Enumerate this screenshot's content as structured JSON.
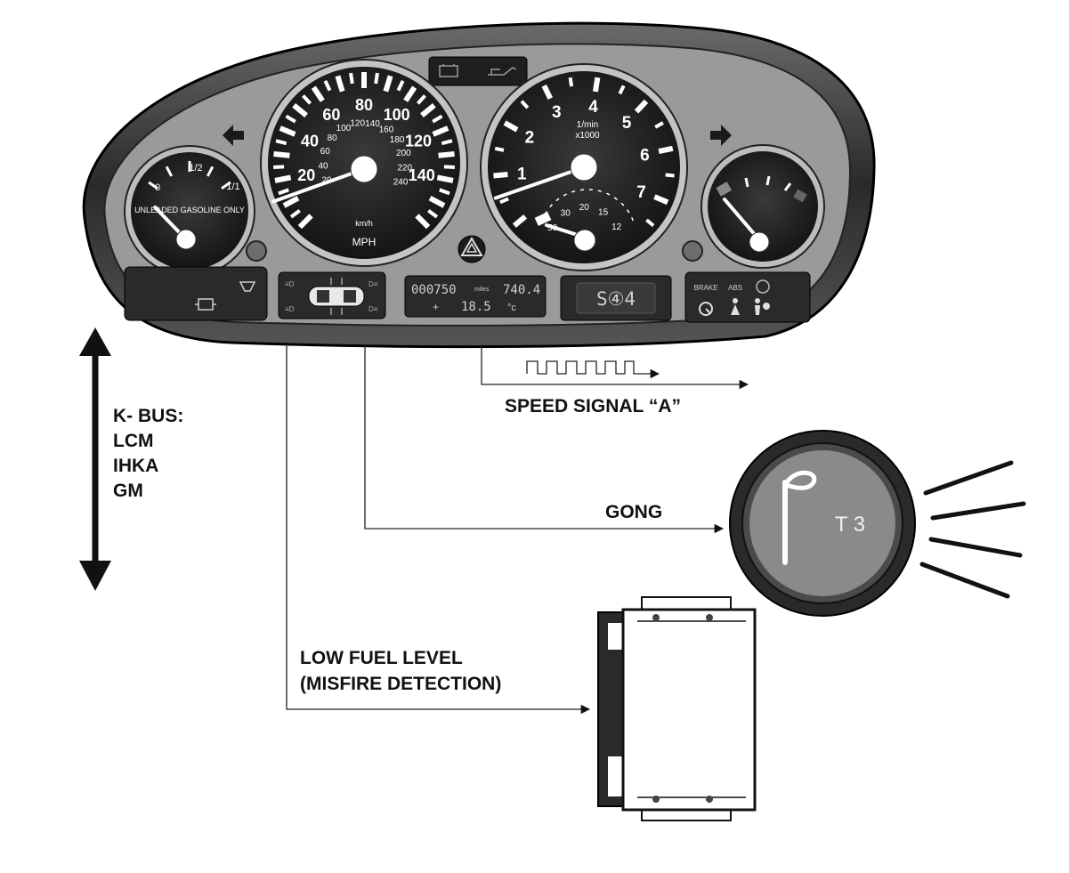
{
  "cluster": {
    "fuel_gauge": {
      "ticks": [
        "0",
        "1/2",
        "1/1"
      ],
      "caption": "UNLEADED GASOLINE ONLY",
      "level": 0.1
    },
    "speedometer": {
      "mph_labels": [
        "20",
        "40",
        "60",
        "80",
        "100",
        "120",
        "140"
      ],
      "kmh_labels": [
        "20",
        "40",
        "60",
        "80",
        "100",
        "120",
        "140",
        "160",
        "180",
        "200",
        "220",
        "240"
      ],
      "unit_kmh": "km/h",
      "unit_mph": "MPH",
      "reading_mph": 15
    },
    "tachometer": {
      "labels": [
        "1",
        "2",
        "3",
        "4",
        "5",
        "6",
        "7"
      ],
      "unit_line1": "1/min",
      "unit_line2": "x1000",
      "economy_labels": [
        "50",
        "30",
        "20",
        "15",
        "12"
      ],
      "reading_rpm_x1000": 0.6
    },
    "odometer": {
      "miles": "000750",
      "miles_unit": "miles",
      "trip": "740.4",
      "temp_sign": "+",
      "temp": "18.5",
      "temp_unit": "°c"
    },
    "gear_display": "S④4",
    "warning_labels": {
      "brake": "BRAKE",
      "abs": "ABS"
    },
    "icons": [
      "battery-icon",
      "oil-pressure-icon",
      "left-turn-arrow-icon",
      "right-turn-arrow-icon",
      "hazard-icon",
      "check-engine-icon",
      "washer-fluid-icon",
      "car-doors-icon",
      "brake-warning-icon",
      "seatbelt-icon",
      "airbag-icon",
      "abs-icon"
    ]
  },
  "labels": {
    "bus_title": "K- BUS:",
    "bus_items": [
      "LCM",
      "IHKA",
      "GM"
    ],
    "speed_signal": "SPEED SIGNAL “A”",
    "gong": "GONG",
    "low_fuel_line1": "LOW FUEL LEVEL",
    "low_fuel_line2": "(MISFIRE DETECTION)"
  },
  "gong_unit": {
    "label": "T 3",
    "icon": "gong-bell-icon"
  }
}
